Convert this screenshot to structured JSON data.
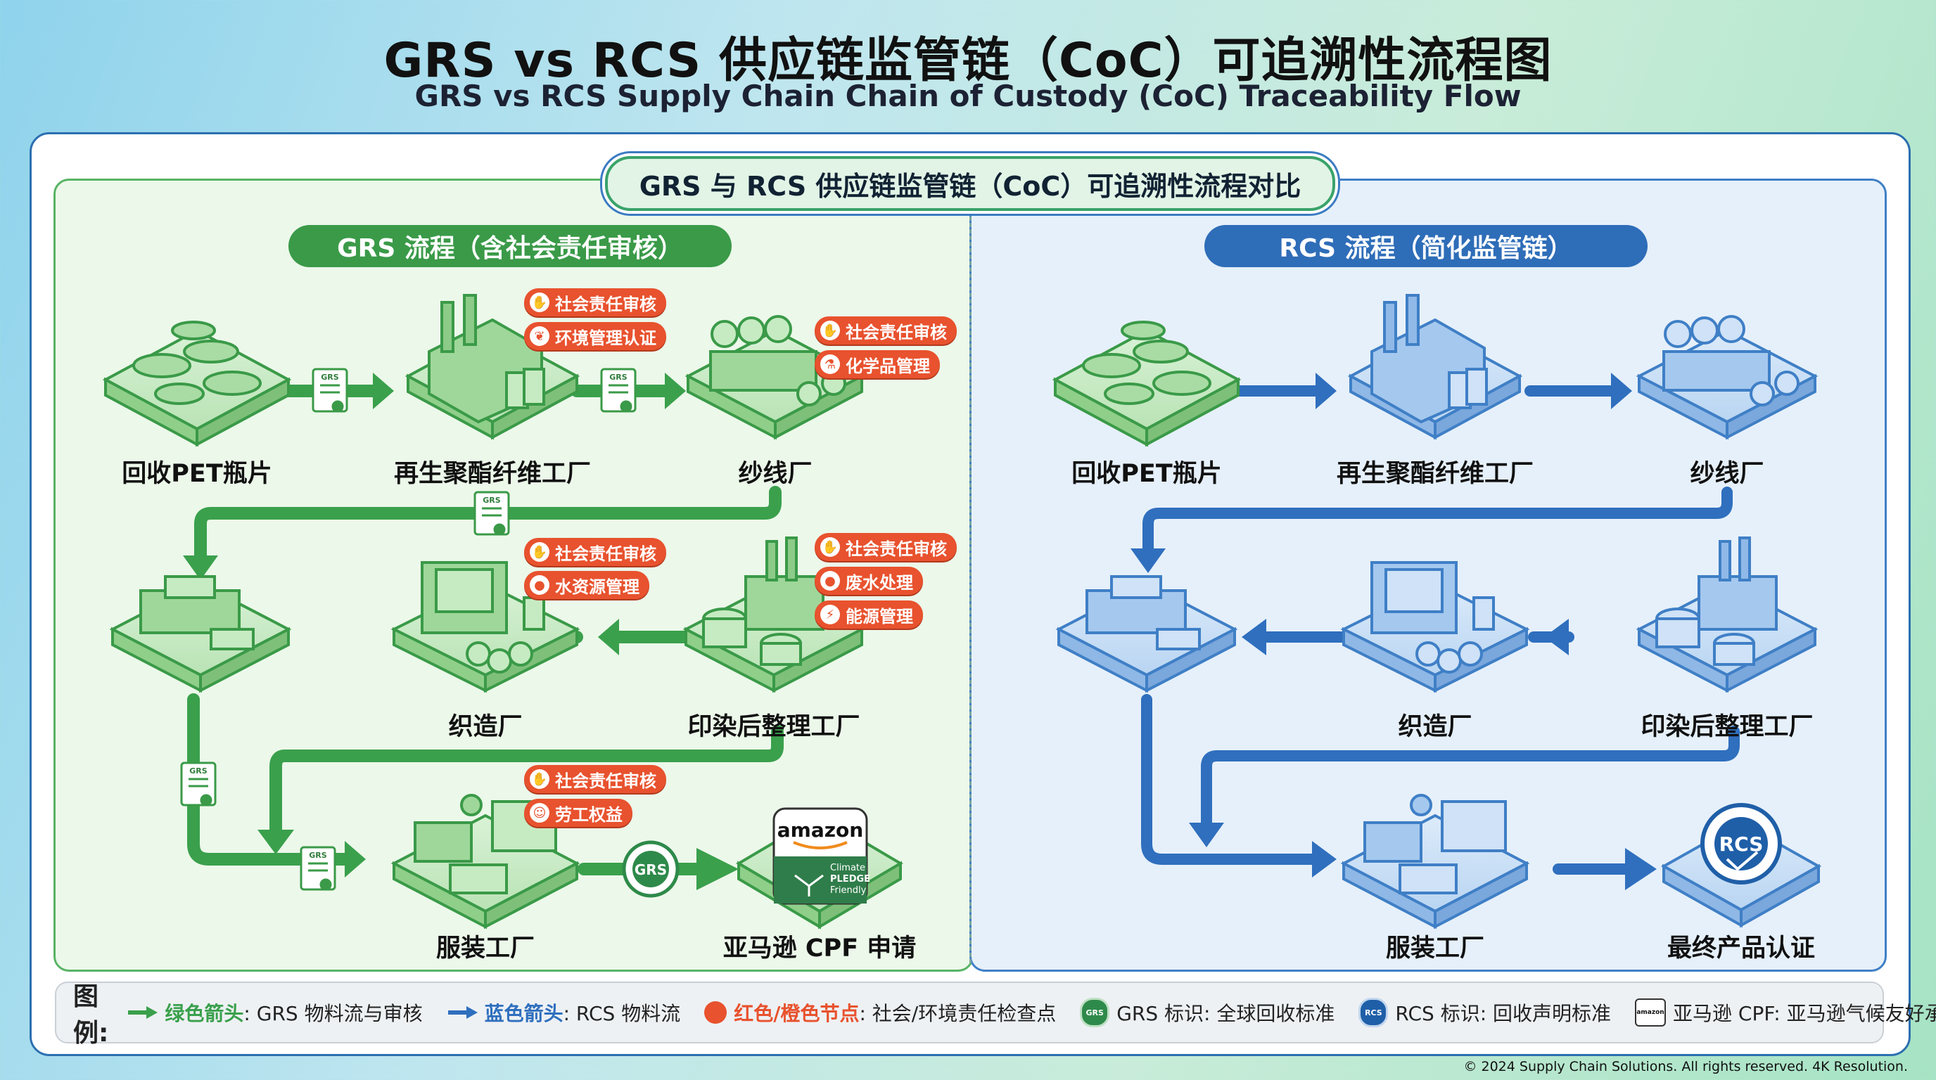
{
  "title_zh": "GRS vs RCS 供应链监管链（CoC）可追溯性流程图",
  "title_en": "GRS vs RCS Supply Chain Chain of Custody (CoC) Traceability Flow",
  "center_pill": "GRS 与 RCS 供应链监管链（CoC）可追溯性流程对比",
  "colors": {
    "grs": "#3aa04c",
    "rcs": "#2f6fbe",
    "tag": "#e8522e"
  },
  "grs": {
    "section_title": "GRS 流程（含社会责任审核）",
    "nodes": {
      "pet": "回收PET瓶片",
      "fiber": "再生聚酯纤维工厂",
      "yarn": "纱线厂",
      "weave": "织造厂",
      "dye": "印染后整理工厂",
      "garment": "服装工厂",
      "amazon": "亚马逊 CPF 申请"
    },
    "doc_label": "GRS",
    "badge_text": "GRS",
    "tags": {
      "fiber_1": "社会责任审核",
      "fiber_2": "环境管理认证",
      "yarn_1": "社会责任审核",
      "yarn_2": "化学品管理",
      "weave_1": "社会责任审核",
      "weave_2": "水资源管理",
      "dye_1": "社会责任审核",
      "dye_2": "废水处理",
      "dye_3": "能源管理",
      "garment_1": "社会责任审核",
      "garment_2": "劳工权益"
    },
    "amazon_logo": "amazon",
    "amazon_sub": [
      "Climate",
      "PLEDGE",
      "Friendly"
    ]
  },
  "rcs": {
    "section_title": "RCS 流程（简化监管链）",
    "nodes": {
      "pet": "回收PET瓶片",
      "fiber": "再生聚酯纤维工厂",
      "yarn": "纱线厂",
      "weave": "织造厂",
      "dye": "印染后整理工厂",
      "garment": "服装工厂",
      "final": "最终产品认证"
    },
    "badge_text": "RCS"
  },
  "legend": {
    "title": "图例:",
    "green_key": "绿色箭头",
    "green_desc": ": GRS 物料流与审核",
    "blue_key": "蓝色箭头",
    "blue_desc": ": RCS 物料流",
    "red_key": "红色/橙色节点",
    "red_desc": ": 社会/环境责任检查点",
    "grs_mark": "GRS 标识: 全球回收标准",
    "rcs_mark": "RCS 标识: 回收声明标准",
    "amazon_mark": "亚马逊 CPF: 亚马逊气候友好承诺",
    "grs_icon": "GRS",
    "rcs_icon": "RCS",
    "amazon_icon": "amazon"
  },
  "footer": "© 2024 Supply Chain Solutions. All rights reserved. 4K Resolution."
}
